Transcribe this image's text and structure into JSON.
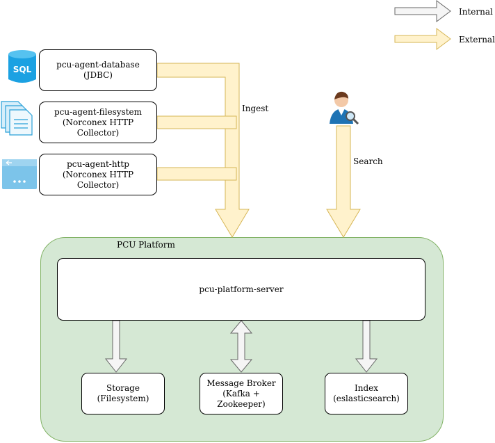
{
  "legend": {
    "internal_label": "Internal",
    "external_label": "External",
    "internal_color": "#f5f5f5",
    "external_color": "#fff2cc"
  },
  "agents": [
    {
      "label": "pcu-agent-database\n(JDBC)",
      "icon": "sql-database-icon"
    },
    {
      "label": "pcu-agent-filesystem\n(Norconex HTTP\nCollector)",
      "icon": "documents-icon"
    },
    {
      "label": "pcu-agent-http\n(Norconex HTTP\nCollector)",
      "icon": "browser-window-icon"
    }
  ],
  "flows": {
    "ingest_label": "Ingest",
    "search_label": "Search",
    "user_icon": "user-search-icon"
  },
  "platform": {
    "title": "PCU Platform",
    "server_label": "pcu-platform-server",
    "fill_color": "#d5e8d4",
    "stroke_color": "#82b366",
    "components": [
      {
        "label": "Storage\n(Filesystem)"
      },
      {
        "label": "Message Broker\n(Kafka +\nZookeeper)"
      },
      {
        "label": "Index\n(eslasticsearch)"
      }
    ]
  },
  "icon_text": {
    "sql": "SQL"
  }
}
